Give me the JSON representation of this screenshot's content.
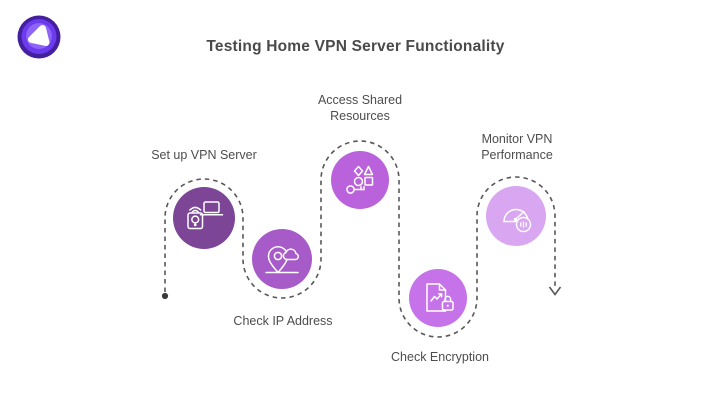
{
  "title": "Testing Home VPN Server Functionality",
  "brand": {
    "logo_name": "vpn-brand-logo",
    "outer_color": "#45209e",
    "mid_color": "#6b3bee",
    "inner_color": "#8f63f6",
    "glyph_color": "#ffffff"
  },
  "flow": {
    "path_color": "#58585a",
    "start_marker": "dot",
    "end_marker": "arrow-down",
    "marker_color": "#3a3a3a",
    "steps": [
      {
        "label": "Set up VPN Server",
        "icon": "vpn-server-icon",
        "circle_color": "#7c4596",
        "label_position": "above"
      },
      {
        "label": "Check IP Address",
        "icon": "ip-address-location-icon",
        "circle_color": "#a75bc9",
        "label_position": "below"
      },
      {
        "label": "Access Shared Resources",
        "icon": "shared-resources-shapes-icon",
        "circle_color": "#ba62dc",
        "label_position": "above"
      },
      {
        "label": "Check Encryption",
        "icon": "encrypted-document-icon",
        "circle_color": "#c673e9",
        "label_position": "below"
      },
      {
        "label": "Monitor VPN Performance",
        "icon": "performance-gauge-icon",
        "circle_color": "#d9a6f1",
        "label_position": "above"
      }
    ]
  }
}
